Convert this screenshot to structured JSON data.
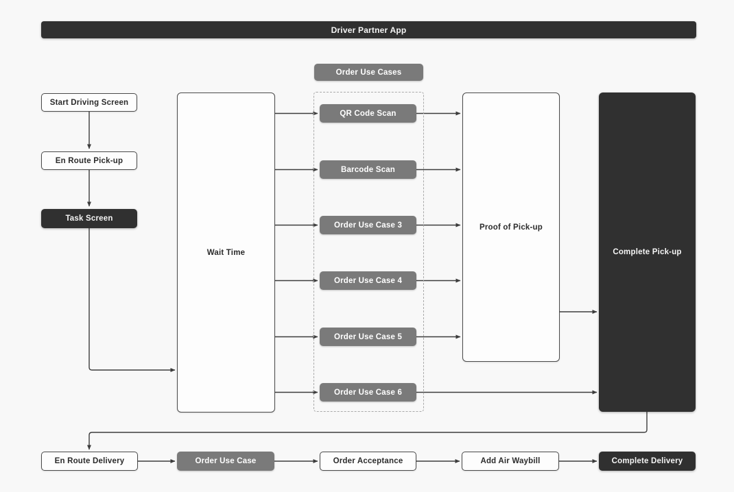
{
  "colors": {
    "background": "#f8f8f8",
    "dark_box": "#303030",
    "gray_box": "#7a7a7a",
    "outline_box_bg": "#fdfdfd",
    "outline_box_border": "#4a4a4a",
    "connector_line": "#3c3c3c",
    "dashed_border": "#a9a9a9",
    "dark_box_text": "#f5f5f5",
    "outline_box_text": "#2b2b2b"
  },
  "header": {
    "title": "Driver Partner App"
  },
  "flow": {
    "start_screen": "Start Driving Screen",
    "en_route_pickup": "En Route Pick-up",
    "task_screen": "Task Screen",
    "wait_time": "Wait Time",
    "order_use_cases_header": "Order Use Cases",
    "use_cases": [
      {
        "label": "QR Code Scan"
      },
      {
        "label": "Barcode Scan"
      },
      {
        "label": "Order Use Case 3"
      },
      {
        "label": "Order Use Case 4"
      },
      {
        "label": "Order Use Case 5"
      },
      {
        "label": "Order Use Case 6"
      }
    ],
    "proof_of_pickup": "Proof of Pick-up",
    "complete_pickup": "Complete Pick-up"
  },
  "delivery_row": {
    "en_route_delivery": "En Route Delivery",
    "order_use_case": "Order Use Case",
    "order_acceptance": "Order Acceptance",
    "add_air_waybill": "Add Air Waybill",
    "complete_delivery": "Complete Delivery"
  }
}
